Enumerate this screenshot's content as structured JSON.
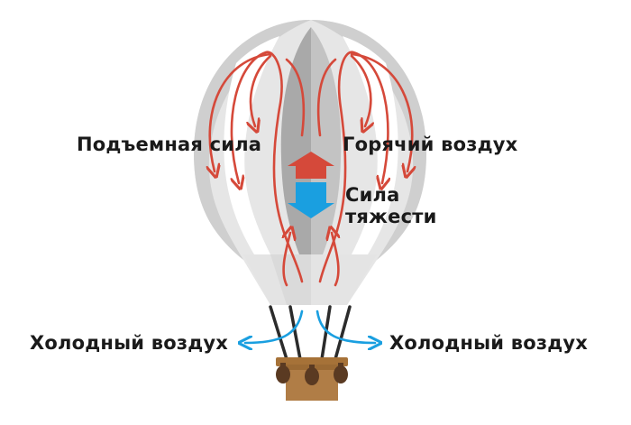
{
  "labels": {
    "lift": "Подъемная сила",
    "hot_air": "Горячий воздух",
    "gravity_line1": "Сила",
    "gravity_line2": "тяжести",
    "cold_air_left": "Холодный воздух",
    "cold_air_right": "Холодный воздух"
  },
  "colors": {
    "envelope_light": "#e2e2e2",
    "envelope_mid": "#c7c7c7",
    "envelope_dark": "#a8a8a8",
    "hot_air_arrow": "#d5493a",
    "lift_arrow": "#d5493a",
    "gravity_arrow": "#1a9fe0",
    "cold_air_arrow": "#1a9fe0",
    "ropes": "#2b2b2b",
    "basket": "#b07d46",
    "burners": "#5a3a22"
  }
}
